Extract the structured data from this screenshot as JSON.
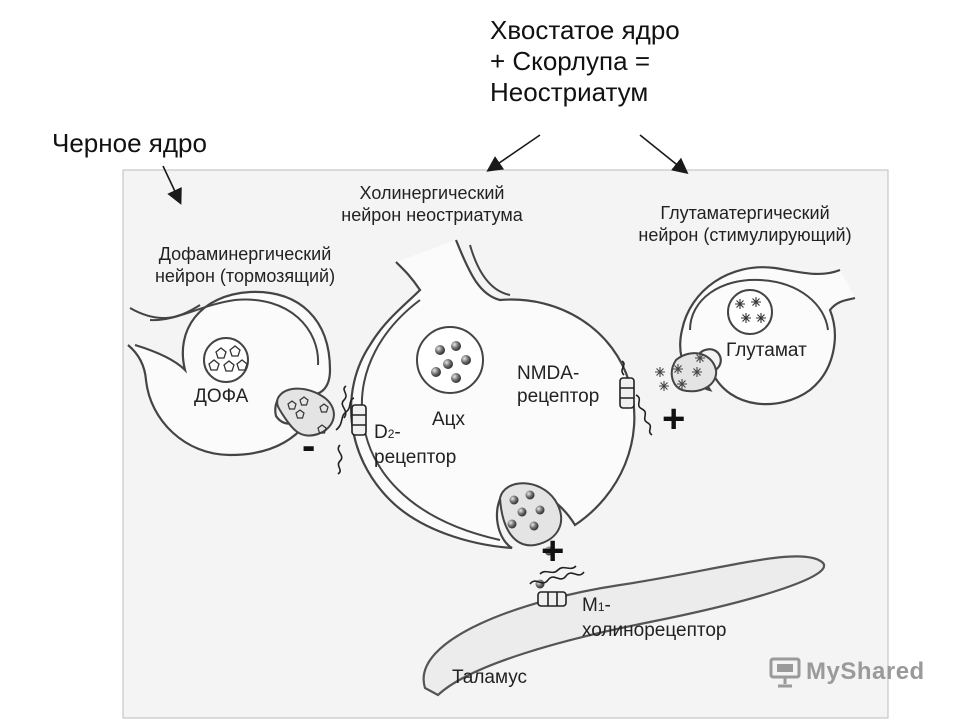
{
  "title_lines": [
    "Хвостатое ядро",
    "+ Скорлупа =",
    "Неостриатум"
  ],
  "substantia_nigra": "Черное ядро",
  "cholinergic_neuron": [
    "Холинергический",
    "нейрон неостриатума"
  ],
  "dopaminergic_neuron": [
    "Дофаминергический",
    "нейрон (тормозящий)"
  ],
  "glutamatergic_neuron": [
    "Глутаматергический",
    "нейрон (стимулирующий)"
  ],
  "dopa": "ДОФА",
  "ach": "Ацх",
  "glutamate": "Глутамат",
  "nmda": [
    "NMDA-",
    "рецептор"
  ],
  "d2": {
    "main": "D",
    "subscript": "2",
    "suffix": "-",
    "line2": "рецептор"
  },
  "m1": {
    "main": "M",
    "subscript": "1",
    "suffix": "-",
    "line2": "холинорецептор"
  },
  "thalamus": "Таламус",
  "signs": {
    "minus": "-",
    "plus1": "+",
    "plus2": "+"
  },
  "watermark": "MyShared"
}
